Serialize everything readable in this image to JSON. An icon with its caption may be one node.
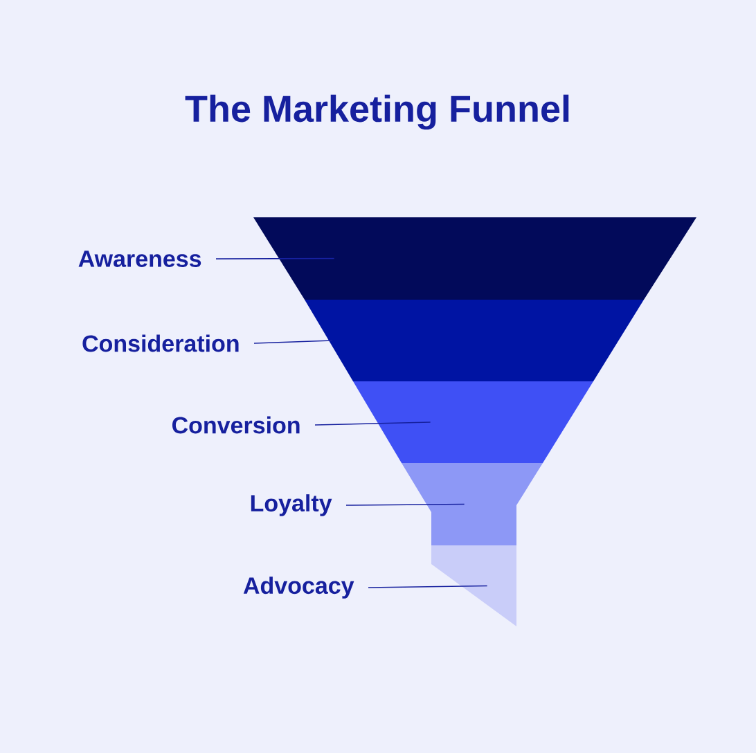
{
  "diagram": {
    "title": "The Marketing Funnel",
    "nodes": [
      {
        "text": [
          "Awareness"
        ]
      },
      {
        "text": [
          "Consideration"
        ]
      },
      {
        "text": [
          "Conversion"
        ]
      },
      {
        "text": [
          "Loyalty"
        ]
      },
      {
        "text": [
          "Advocacy"
        ]
      },
      {
        "text": [],
        "shape": "band"
      },
      {
        "text": [],
        "shape": "band"
      },
      {
        "text": [],
        "shape": "band"
      },
      {
        "text": [],
        "shape": "band"
      },
      {
        "text": [],
        "shape": "band"
      }
    ],
    "edges": [
      {
        "from": 0,
        "to": 5,
        "arrow": "none"
      },
      {
        "from": 1,
        "to": 6,
        "arrow": "none"
      },
      {
        "from": 2,
        "to": 7,
        "arrow": "none"
      },
      {
        "from": 3,
        "to": 8,
        "arrow": "none"
      },
      {
        "from": 4,
        "to": 9,
        "arrow": "none"
      }
    ]
  }
}
